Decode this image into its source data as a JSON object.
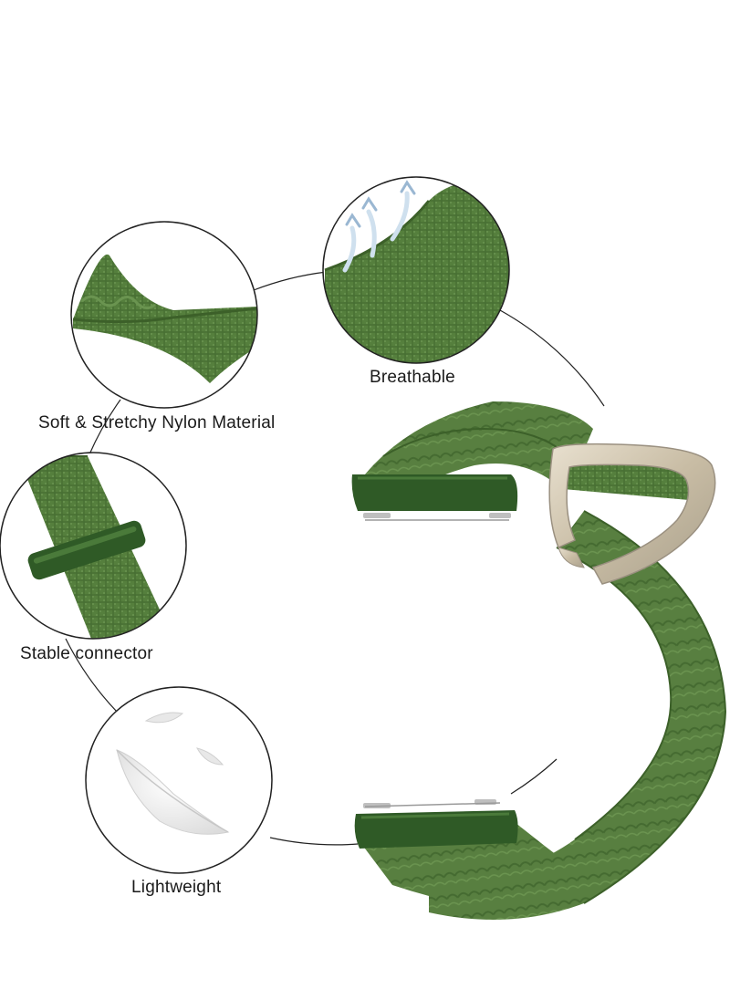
{
  "features": {
    "breathable": "Breathable",
    "soft": "Soft & Stretchy Nylon Material",
    "stable": "Stable connector",
    "lightweight": "Lightweight"
  },
  "colors": {
    "strap_green": "#4f7a3a",
    "strap_dark": "#3c6029",
    "strap_light": "#6a9450",
    "buckle": "#cfc4b0",
    "connector": "#2f5a26",
    "outline": "#222222"
  }
}
